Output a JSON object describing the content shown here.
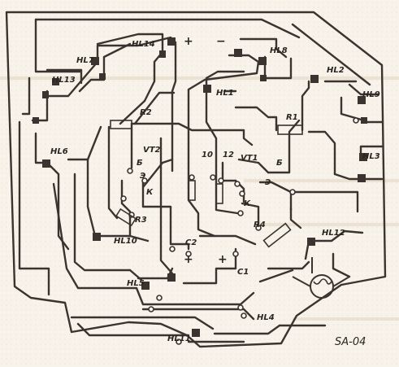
{
  "board": {
    "code": "SA-04",
    "labels": {
      "NL1": "HL1",
      "NL2": "HL2",
      "NL3": "HL3",
      "NL4": "HL4",
      "NL5": "HL5",
      "NL6": "HL6",
      "NL7": "HL7",
      "NL8": "HL8",
      "NL9": "HL9",
      "NL10": "HL10",
      "NL11": "HL11",
      "NL12": "HL12",
      "NL13": "HL13",
      "NL14": "HL14",
      "R1": "R1",
      "R2": "R2",
      "R3": "R3",
      "R4": "R4",
      "VT1": "VT1",
      "VT2": "VT2",
      "C1": "C1",
      "C2": "C2",
      "plus_top": "+",
      "minus_top": "−",
      "plus_c2": "+",
      "plus_c1": "+",
      "pin_b10": "Б",
      "pin_k10": "К",
      "pin_e10": "Э",
      "pin_b2": "Б",
      "pin_k2": "К",
      "pin_e2": "Э"
    }
  }
}
